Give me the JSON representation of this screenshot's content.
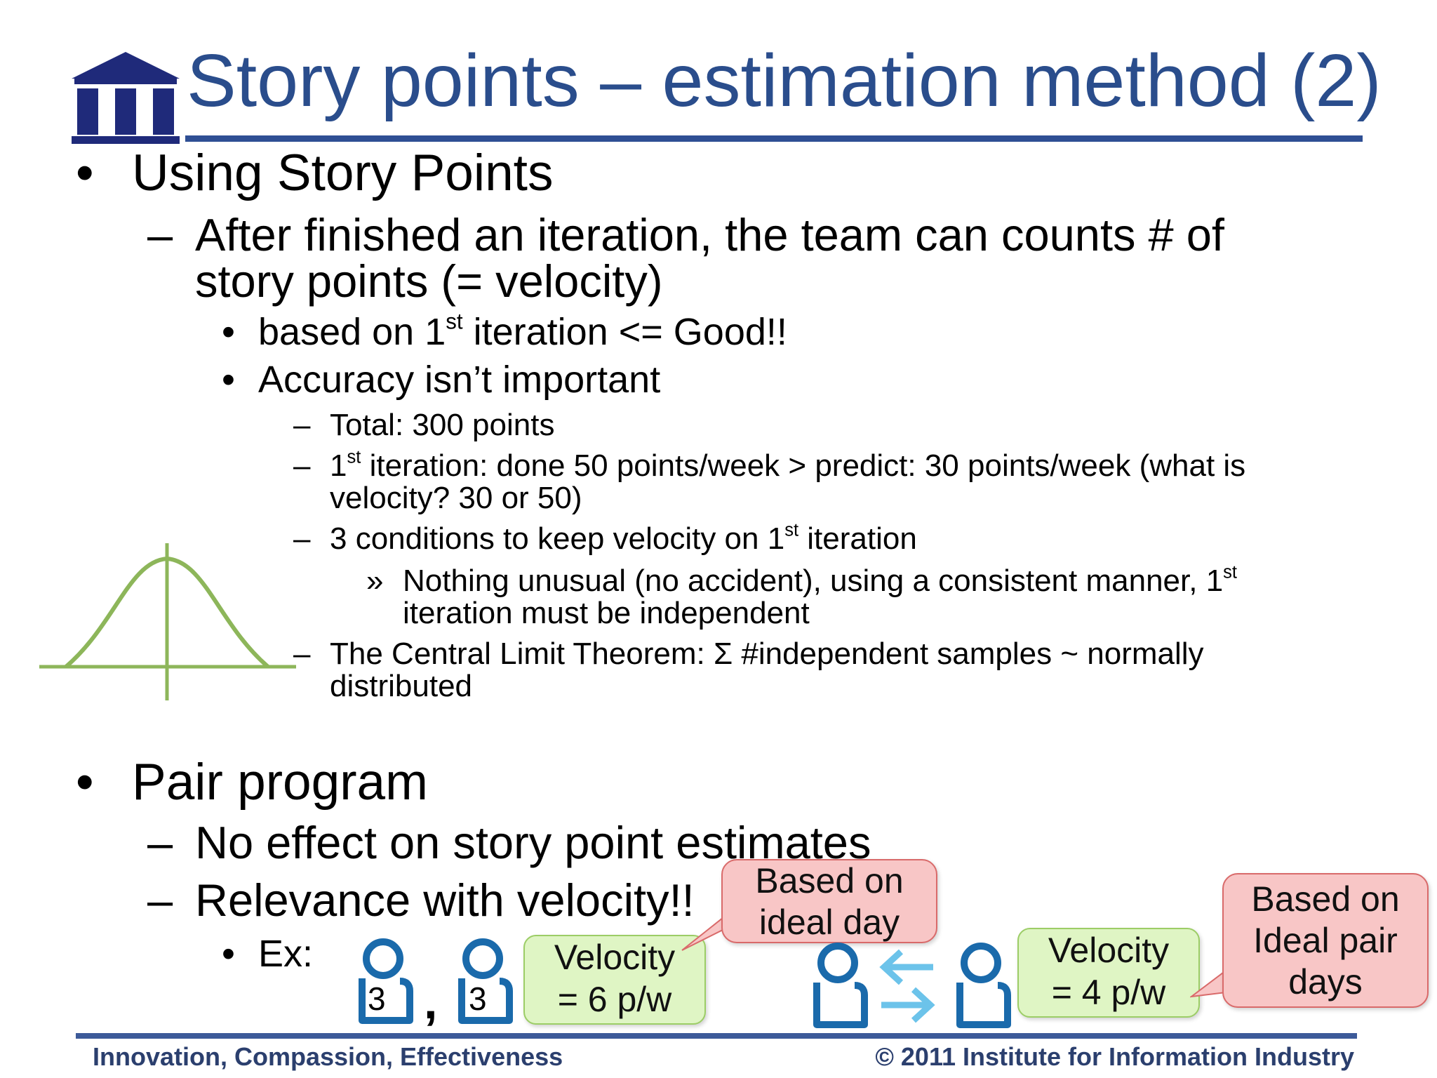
{
  "title": "Story points – estimation method (2)",
  "bullets": {
    "b1": "Using Story Points",
    "b1_sub1_line1": "After finished an iteration, the team can counts # of",
    "b1_sub1_line2": "story points (= velocity)",
    "b1_l3_1_pre": "based on 1",
    "b1_l3_1_sup": "st",
    "b1_l3_1_post": " iteration <= Good!!",
    "b1_l3_2": "Accuracy isn’t important",
    "l4_total": "Total: 300 points",
    "l4_iter_pre": "1",
    "l4_iter_sup": "st",
    "l4_iter_line1": " iteration: done 50 points/week > predict: 30 points/week (what is",
    "l4_iter_line2": "velocity? 30 or 50)",
    "l4_cond_pre": "3 conditions to keep velocity on 1",
    "l4_cond_sup": "st",
    "l4_cond_post": " iteration",
    "l5_line1_pre": "Nothing unusual (no accident), using a consistent manner, 1",
    "l5_line1_sup": "st",
    "l5_line2": "iteration must be independent",
    "l4_clt_line1": "The Central Limit Theorem: Σ #independent samples ~ normally",
    "l4_clt_line2": "distributed",
    "b2": "Pair program",
    "b2_sub1": "No effect on story point estimates",
    "b2_sub2": "Relevance with velocity!!",
    "b2_ex": "Ex:"
  },
  "markers": {
    "dot": "•",
    "dash": "–",
    "chevron": "»",
    "comma": ","
  },
  "example": {
    "person_a_number": "3",
    "person_b_number": "3",
    "velocity1": [
      "Velocity",
      "= 6 p/w"
    ],
    "bubble1": [
      "Based on",
      "ideal day"
    ],
    "velocity2": [
      "Velocity",
      "= 4 p/w"
    ],
    "bubble2": [
      "Based on",
      "Ideal pair",
      "days"
    ]
  },
  "footer": {
    "left": "Innovation, Compassion, Effectiveness",
    "right": "© 2011 Institute for Information Industry"
  },
  "colors": {
    "title": "#2a4d8c",
    "rule": "#2f4f94",
    "bell_curve": "#8db65a",
    "person_icon": "#1a6aab",
    "arrow": "#6cc3ea",
    "bubble_fill": "#f8c6c6",
    "velocity_fill": "#dff5c4"
  }
}
